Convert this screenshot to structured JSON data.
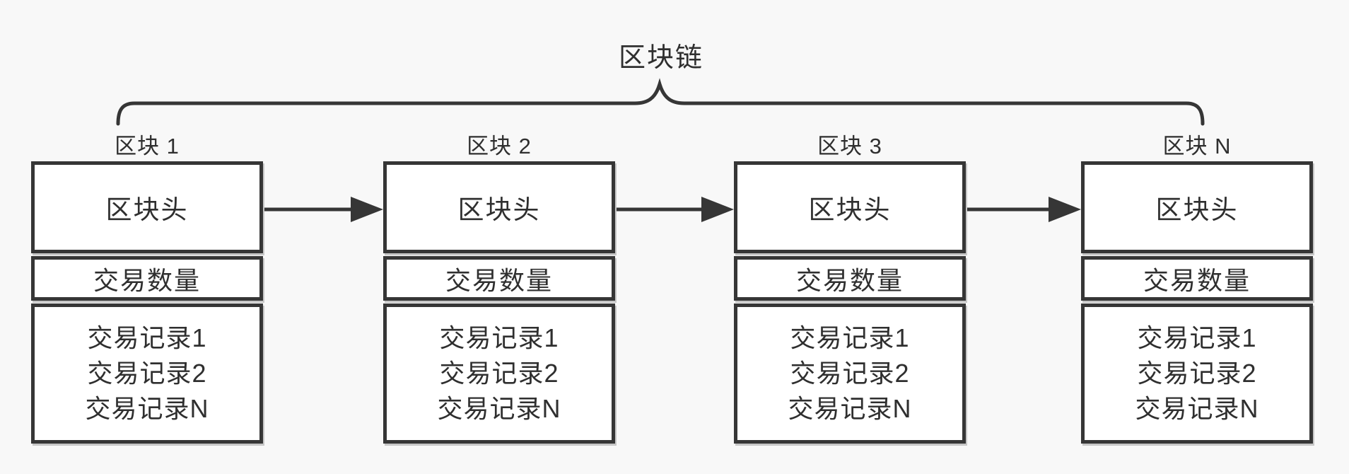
{
  "diagram": {
    "chain_label": "区块链",
    "blocks": [
      {
        "title": "区块 1",
        "header": "区块头",
        "tx_count": "交易数量",
        "records": [
          "交易记录1",
          "交易记录2",
          "交易记录N"
        ]
      },
      {
        "title": "区块 2",
        "header": "区块头",
        "tx_count": "交易数量",
        "records": [
          "交易记录1",
          "交易记录2",
          "交易记录N"
        ]
      },
      {
        "title": "区块 3",
        "header": "区块头",
        "tx_count": "交易数量",
        "records": [
          "交易记录1",
          "交易记录2",
          "交易记录N"
        ]
      },
      {
        "title": "区块 N",
        "header": "区块头",
        "tx_count": "交易数量",
        "records": [
          "交易记录1",
          "交易记录2",
          "交易记录N"
        ]
      }
    ],
    "colors": {
      "background": "#f8f8f8",
      "box_fill": "#ffffff",
      "line": "#363636",
      "text": "#2f2f2f",
      "shadow": "#c7c7c7"
    }
  }
}
